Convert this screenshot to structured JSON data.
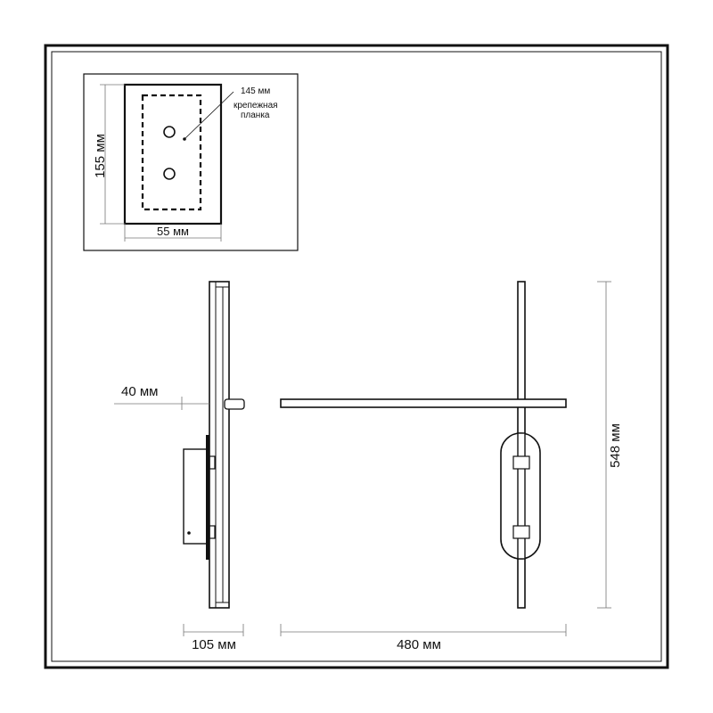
{
  "inset": {
    "label_width": "55 мм",
    "label_height": "155 мм",
    "label_plate": "145 мм",
    "label_note_line1": "крепежная",
    "label_note_line2": "планка"
  },
  "side_view": {
    "label_offset": "40 мм",
    "label_depth": "105 мм"
  },
  "front_view": {
    "label_width": "480 мм",
    "label_height": "548 мм"
  },
  "colors": {
    "line": "#111111",
    "light_line": "#888888",
    "frame": "#111111"
  }
}
